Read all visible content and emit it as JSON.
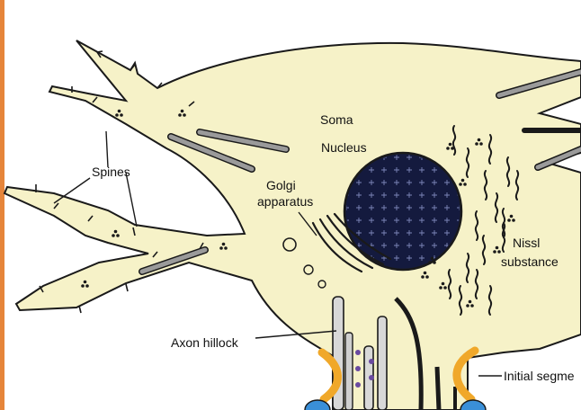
{
  "labels": {
    "soma": "Soma",
    "nucleus": "Nucleus",
    "spines": "Spines",
    "golgi_line1": "Golgi",
    "golgi_line2": "apparatus",
    "nissl_line1": "Nissl",
    "nissl_line2": "substance",
    "axon_hillock": "Axon hillock",
    "initial_segment": "Initial segme"
  },
  "colors": {
    "cytoplasm": "#f6f2c8",
    "outline": "#1a1a1a",
    "nucleus": "#141a3e",
    "myelin": "#f0a82a",
    "node": "#3a8fd8",
    "microtubule": "#8a8a8a",
    "edge_accent": "#e6853a",
    "vesicle": "#6a4aa0"
  }
}
